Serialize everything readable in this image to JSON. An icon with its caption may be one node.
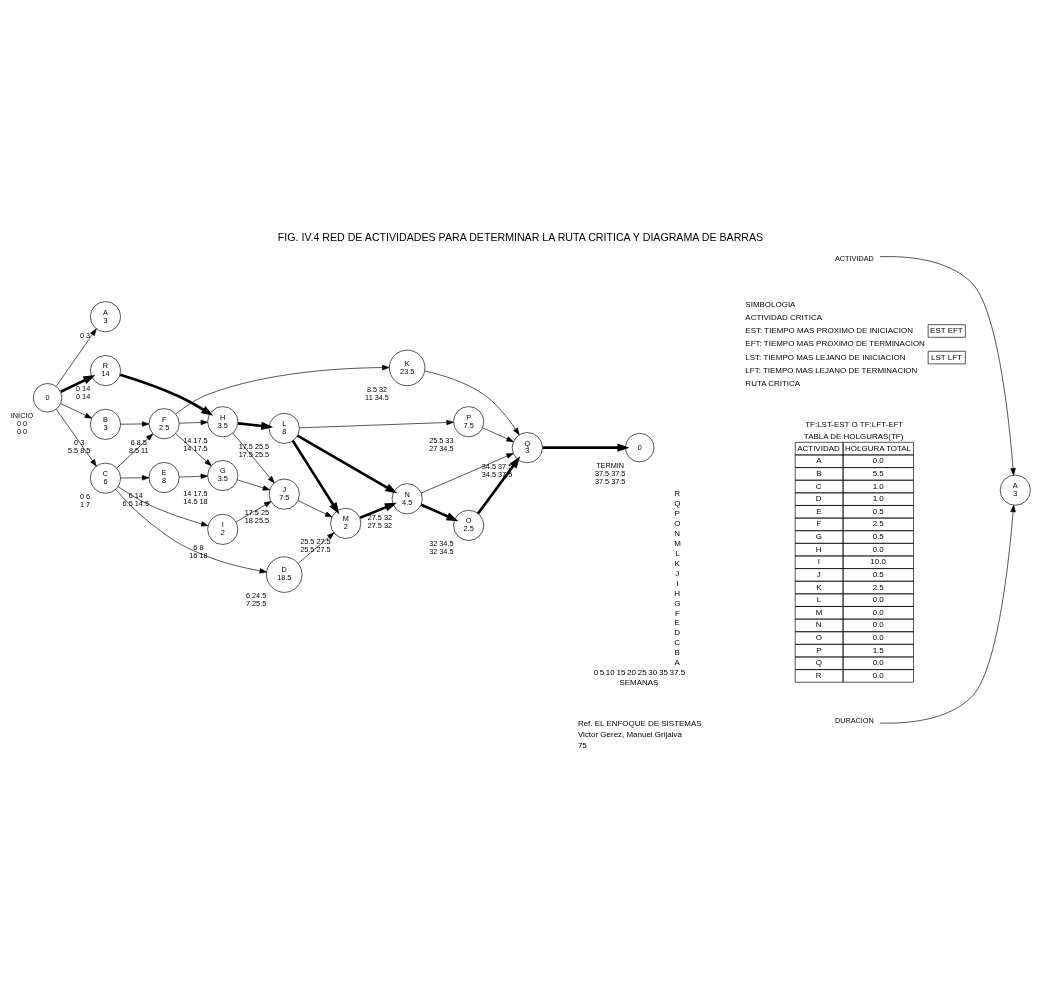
{
  "diagram": {
    "title": "FIG. IV.4 RED DE ACTIVIDADES PARA DETERMINAR LA RUTA CRITICA Y DIAGRAMA DE BARRAS",
    "nodes": [
      {
        "text": [
          "0"
        ],
        "beside": [
          "INICIO",
          "0 0",
          "0 0"
        ]
      },
      {
        "text": [
          "A",
          "3"
        ],
        "beside": [
          "0 3"
        ]
      },
      {
        "text": [
          "R",
          "14"
        ],
        "beside": [
          "0 14",
          "0 14"
        ]
      },
      {
        "text": [
          "B",
          "3"
        ],
        "beside": [
          "0 3",
          "5.5 8.5"
        ]
      },
      {
        "text": [
          "F",
          "2.5"
        ],
        "beside": [
          "6 8.5",
          "8.5 11"
        ]
      },
      {
        "text": [
          "C",
          "6"
        ],
        "beside": [
          "0 6",
          "1 7"
        ]
      },
      {
        "text": [
          "E",
          "8"
        ],
        "beside": [
          "6 14",
          "6.5 14.5"
        ]
      },
      {
        "text": [
          "I",
          "2"
        ],
        "beside": [
          "6 8",
          "16 18"
        ]
      },
      {
        "text": [
          "H",
          "3.5"
        ],
        "beside": [
          "14 17.5",
          "14 17.5"
        ]
      },
      {
        "text": [
          "G",
          "3.5"
        ],
        "beside": [
          "14 17.5",
          "14.5 18"
        ]
      },
      {
        "text": [
          "J",
          "7.5"
        ],
        "beside": [
          "17.5 25",
          "18 25.5"
        ]
      },
      {
        "text": [
          "L",
          "8"
        ],
        "beside": [
          "17.5 25.5",
          "17.5 25.5"
        ]
      },
      {
        "text": [
          "D",
          "18.5"
        ],
        "beside": [
          "6 24.5",
          "7 25.5"
        ]
      },
      {
        "text": [
          "K",
          "23.5"
        ],
        "beside": [
          "8.5 32",
          "11 34.5"
        ]
      },
      {
        "text": [
          "M",
          "2"
        ],
        "beside": [
          "25.5 27.5",
          "25.5 27.5"
        ]
      },
      {
        "text": [
          "N",
          "4.5"
        ],
        "beside": [
          "27.5 32",
          "27.5 32"
        ]
      },
      {
        "text": [
          "O",
          "2.5"
        ],
        "beside": [
          "32 34.5",
          "32 34.5"
        ]
      },
      {
        "text": [
          "P",
          "7.5"
        ],
        "beside": [
          "25.5 33",
          "27 34.5"
        ]
      },
      {
        "text": [
          "Q",
          "3"
        ],
        "beside": [
          "34.5 37.5",
          "34.5 37.5"
        ]
      },
      {
        "text": [
          "0"
        ],
        "beside": [
          "TERMIN",
          "37.5 37.5",
          "37.5 37.5"
        ]
      },
      {
        "text": [
          "ACTIVIDAD"
        ]
      },
      {
        "text": [
          "DURACION"
        ]
      },
      {
        "text": [
          "A",
          "3"
        ]
      }
    ],
    "edges": [
      {
        "from": 0,
        "to": 1,
        "arrow": "to"
      },
      {
        "from": 0,
        "to": 2,
        "arrow": "to",
        "style": "thick"
      },
      {
        "from": 0,
        "to": 3,
        "arrow": "to"
      },
      {
        "from": 0,
        "to": 5,
        "arrow": "to"
      },
      {
        "from": 2,
        "to": 8,
        "arrow": "to",
        "style": "thick"
      },
      {
        "from": 3,
        "to": 4,
        "arrow": "to"
      },
      {
        "from": 5,
        "to": 4,
        "arrow": "to"
      },
      {
        "from": 5,
        "to": 6,
        "arrow": "to"
      },
      {
        "from": 5,
        "to": 7,
        "arrow": "to"
      },
      {
        "from": 5,
        "to": 12,
        "arrow": "to"
      },
      {
        "from": 4,
        "to": 13,
        "arrow": "to"
      },
      {
        "from": 4,
        "to": 8,
        "arrow": "to"
      },
      {
        "from": 4,
        "to": 9,
        "arrow": "to"
      },
      {
        "from": 6,
        "to": 9,
        "arrow": "to"
      },
      {
        "from": 8,
        "to": 10,
        "arrow": "to"
      },
      {
        "from": 8,
        "to": 11,
        "arrow": "to",
        "style": "thick"
      },
      {
        "from": 9,
        "to": 10,
        "arrow": "to"
      },
      {
        "from": 7,
        "to": 10,
        "arrow": "to"
      },
      {
        "from": 10,
        "to": 14,
        "arrow": "to"
      },
      {
        "from": 11,
        "to": 14,
        "arrow": "to",
        "style": "thick"
      },
      {
        "from": 12,
        "to": 14,
        "arrow": "to"
      },
      {
        "from": 11,
        "to": 15,
        "arrow": "to",
        "style": "thick"
      },
      {
        "from": 11,
        "to": 17,
        "arrow": "to"
      },
      {
        "from": 14,
        "to": 15,
        "arrow": "to",
        "style": "thick"
      },
      {
        "from": 15,
        "to": 18,
        "arrow": "to"
      },
      {
        "from": 15,
        "to": 16,
        "arrow": "to",
        "style": "thick"
      },
      {
        "from": 16,
        "to": 18,
        "arrow": "to",
        "style": "thick"
      },
      {
        "from": 13,
        "to": 18,
        "arrow": "to"
      },
      {
        "from": 17,
        "to": 18,
        "arrow": "to"
      },
      {
        "from": 18,
        "to": 19,
        "arrow": "to",
        "style": "thick"
      },
      {
        "from": 20,
        "to": 22,
        "arrow": "to"
      },
      {
        "from": 21,
        "to": 22,
        "arrow": "to"
      }
    ],
    "labels": [
      "SIMBOLOGIA",
      "EST EFT",
      "LST LFT",
      "TF:LST-EST O TF:LFT-EFT",
      "TABLA DE HOLGURAS(TF)",
      "ACTIVIDAD",
      "HOLGURA TOTAL",
      "A",
      "0.0",
      "B",
      "5.5",
      "C",
      "1.0",
      "D",
      "1.0",
      "E",
      "0.5",
      "F",
      "2.5",
      "G",
      "0.5",
      "H",
      "0.0",
      "I",
      "10.0",
      "J",
      "0.5",
      "K",
      "2.5",
      "L",
      "0.0",
      "M",
      "0.0",
      "N",
      "0.0",
      "O",
      "0.0",
      "P",
      "1.5",
      "Q",
      "0.0",
      "R",
      "0.0",
      "R",
      "Q",
      "P",
      "O",
      "N",
      "M",
      "L",
      "K",
      "J",
      "I",
      "H",
      "G",
      "F",
      "E",
      "D",
      "C",
      "B",
      "A",
      "0",
      "5",
      "10",
      "15",
      "20",
      "25",
      "30",
      "35",
      "37.5",
      "SEMANAS",
      "Ref. EL ENFOQUE DE SISTEMAS",
      "Victor Gerez, Manuel Grijalva",
      "75"
    ],
    "legend": [
      {
        "text": "ACTIVIDAD CRITICA"
      },
      {
        "text": "EST: TIEMPO MAS PROXIMO DE INICIACION"
      },
      {
        "text": "EFT: TIEMPO MAS PROXIMO DE TERMINACION"
      },
      {
        "text": "LST: TIEMPO MAS LEJANO DE INICIACION"
      },
      {
        "text": "LFT: TIEMPO MAS LEJANO DE TERMINACION"
      },
      {
        "text": "RUTA CRITICA"
      }
    ]
  }
}
